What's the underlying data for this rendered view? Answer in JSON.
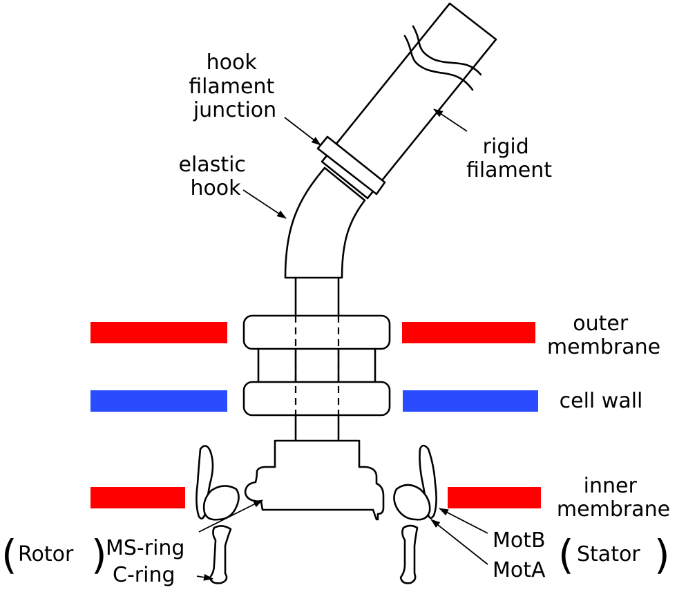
{
  "labels": {
    "hook_filament_junction": [
      "hook",
      "filament",
      "junction"
    ],
    "elastic_hook": [
      "elastic",
      "hook"
    ],
    "rigid_filament": [
      "rigid",
      "filament"
    ],
    "outer_membrane": [
      "outer",
      "membrane"
    ],
    "cell_wall": "cell wall",
    "inner_membrane": [
      "inner",
      "membrane"
    ],
    "rotor": "Rotor",
    "ms_ring": "MS-ring",
    "c_ring": "C-ring",
    "motb": "MotB",
    "mota": "MotA",
    "stator": "Stator",
    "paren_open": "(",
    "paren_close": ")"
  },
  "colors": {
    "outer_membrane": "#ff0000",
    "cell_wall": "#2a4cff",
    "inner_membrane": "#ff0000",
    "outline": "#000000"
  },
  "icons": {
    "arrowhead": "filled-triangle-arrowhead",
    "filament_break": "wavy-break-lines"
  }
}
